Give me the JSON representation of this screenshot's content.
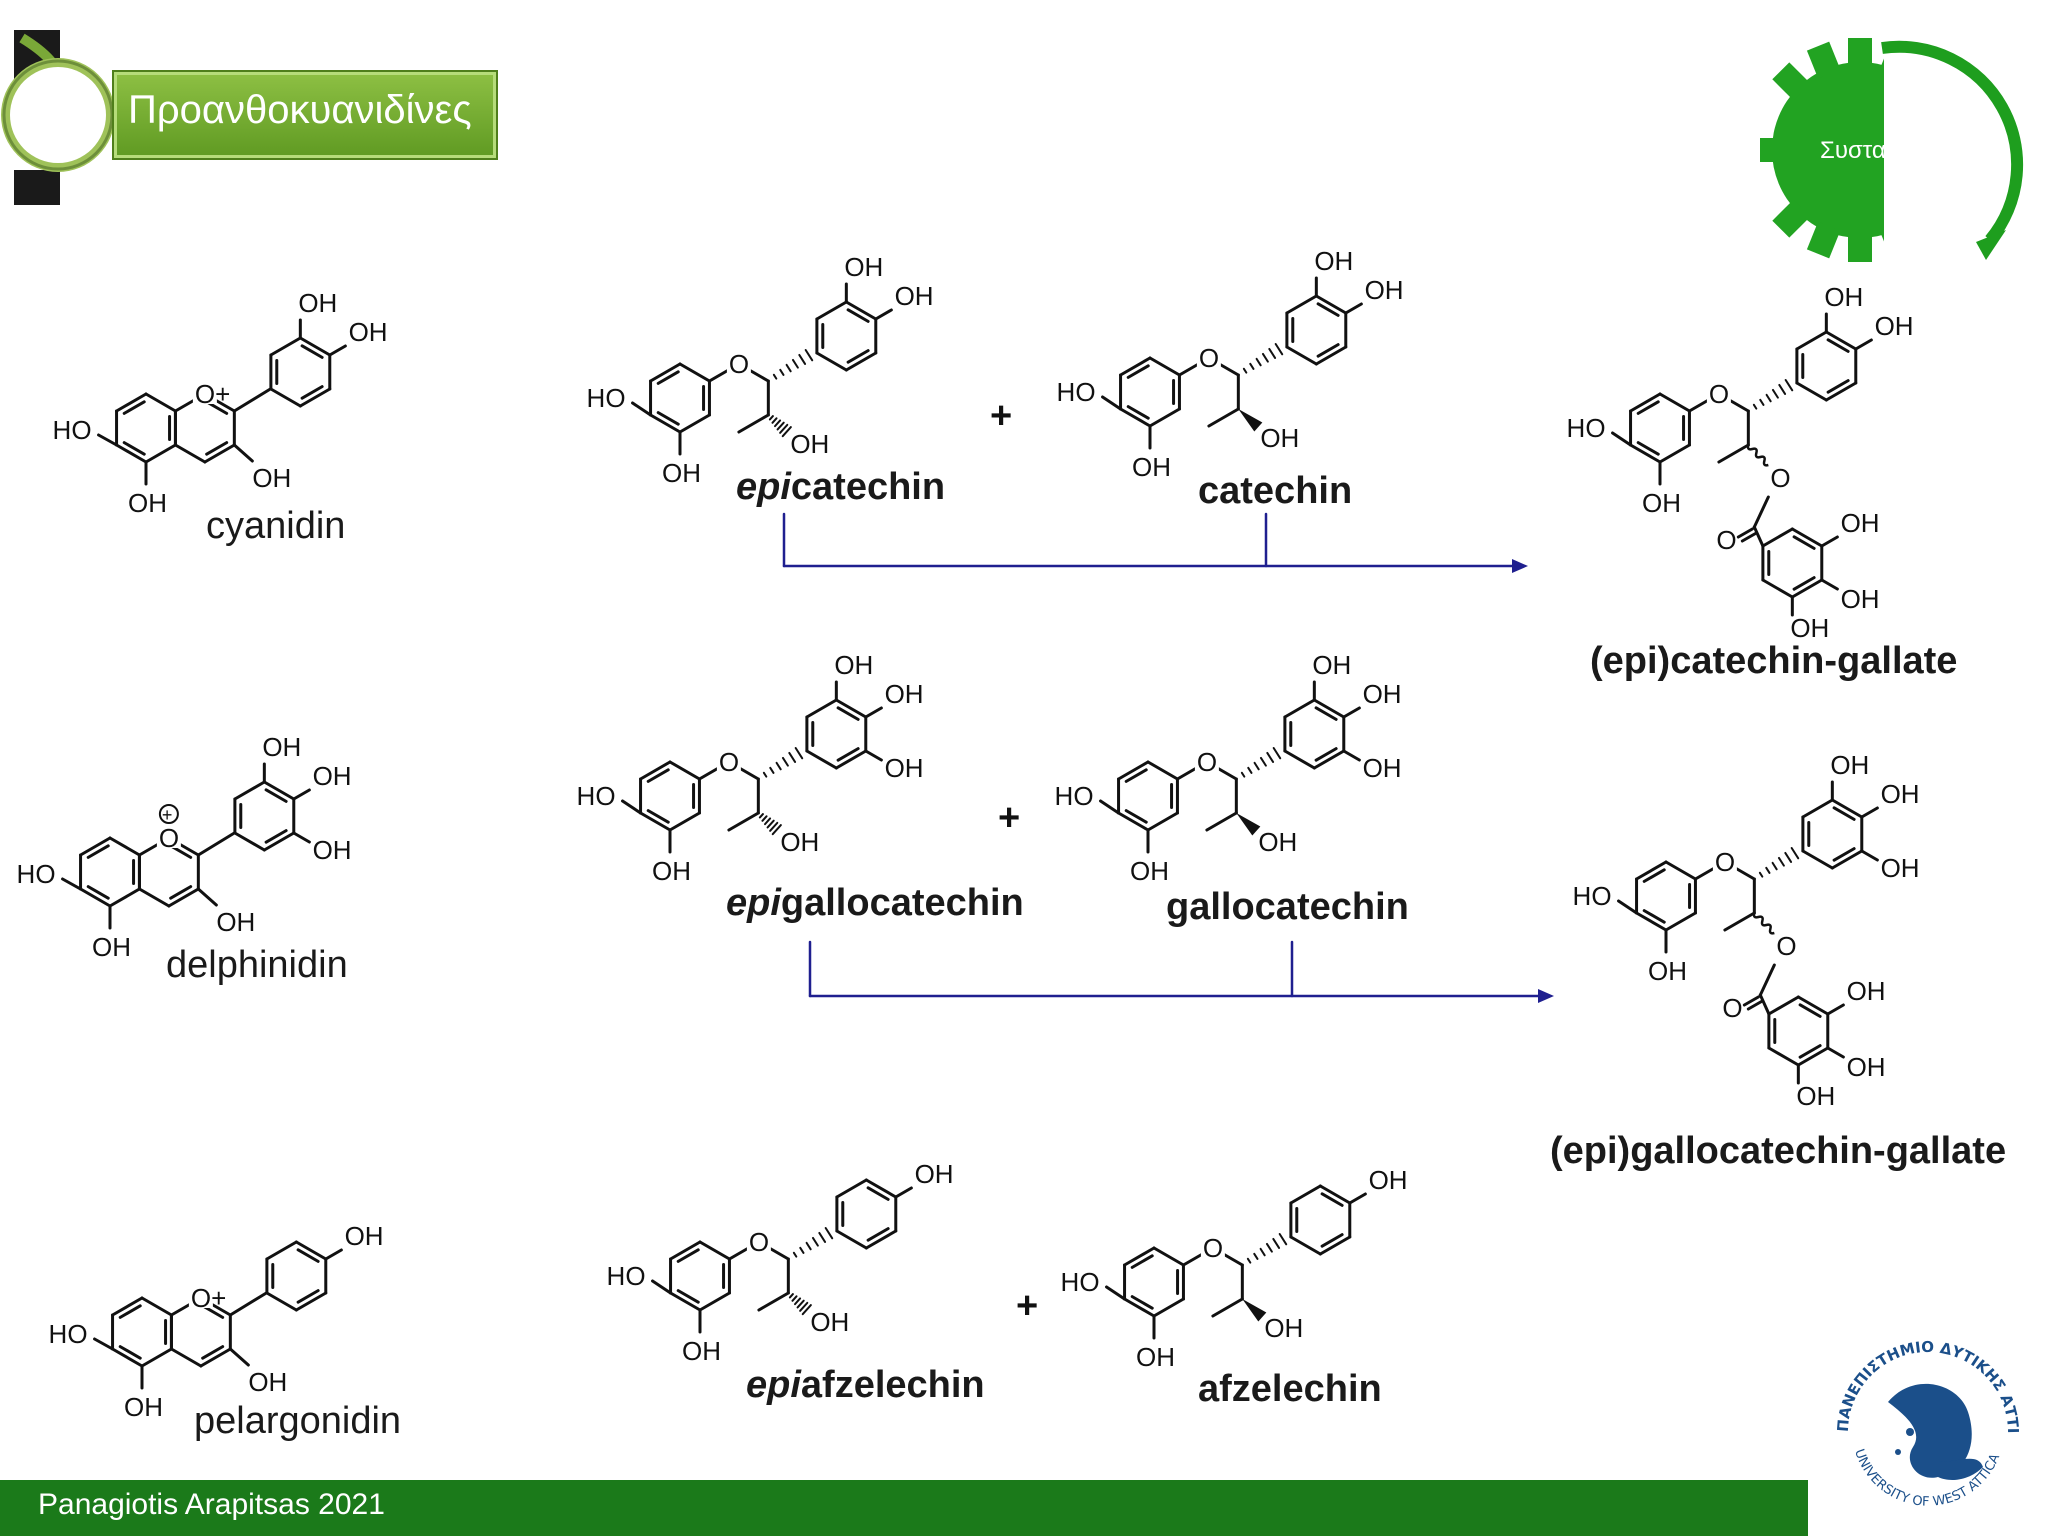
{
  "header": {
    "title": "Προανθοκυανιδίνες",
    "gear_label": "Συστα"
  },
  "structures": {
    "cyanidin": "cyanidin",
    "delphinidin": "delphinidin",
    "pelargonidin": "pelargonidin",
    "epicatechin_prefix": "epi",
    "epicatechin_rest": "catechin",
    "catechin": "catechin",
    "epigallocatechin_prefix": "epi",
    "epigallocatechin_rest": "gallocatechin",
    "gallocatechin": "gallocatechin",
    "epiafzelechin_prefix": "epi",
    "epiafzelechin_rest": "afzelechin",
    "afzelechin": "afzelechin",
    "ecg": "(epi)catechin-gallate",
    "egcg": "(epi)gallocatechin-gallate"
  },
  "groups": {
    "oh": "OH",
    "ho": "HO",
    "o": "O",
    "o_plus": "O+",
    "plus_sign": "+"
  },
  "footer": {
    "author": "Panagiotis Arapitsas 2021",
    "seal_text_top": "ΠΑΝΕΠΙΣΤΗΜΙΟ ΔΥΤΙΚΗΣ ΑΤΤΙΚΗΣ",
    "seal_text_bottom": "UNIVERSITY OF WEST ATTICA"
  },
  "colors": {
    "title_green": "#6aa82a",
    "footer_green": "#1b7a1a",
    "arrow_blue": "#1f1f8f",
    "bond": "#111111"
  }
}
